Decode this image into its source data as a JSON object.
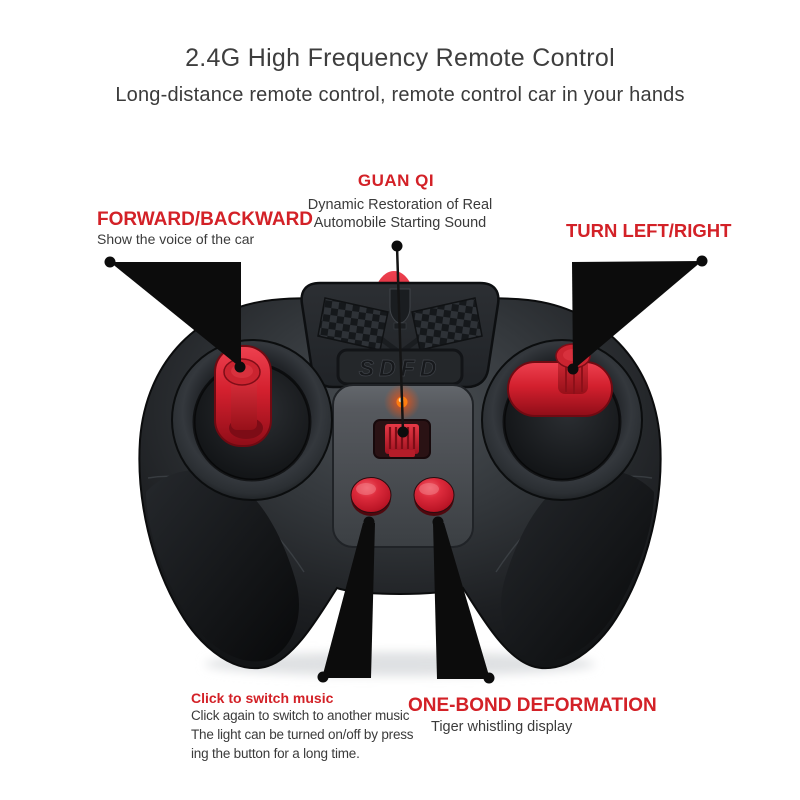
{
  "header": {
    "title": "2.4G High Frequency Remote Control",
    "subtitle": "Long-distance remote control, remote control car in your hands"
  },
  "annotations": {
    "guan_qi": {
      "label": "GUAN QI",
      "desc_line1": "Dynamic Restoration of Real",
      "desc_line2": "Automobile Starting Sound"
    },
    "forward_backward": {
      "label": "FORWARD/BACKWARD",
      "desc": "Show the voice of the car"
    },
    "turn_left_right": {
      "label": "TURN LEFT/RIGHT"
    },
    "switch_music": {
      "label": "Click to switch music",
      "desc_line1": "Click again to switch to another music",
      "desc_line2": "The light can be turned on/off by press",
      "desc_line3": "ing the button for a long time."
    },
    "one_bond_deformation": {
      "label": "ONE-BOND DEFORMATION",
      "desc": "Tiger whistling display"
    }
  },
  "controller": {
    "logo_text": "SDFD"
  },
  "colors": {
    "accent_red": "#d32127",
    "text_dark": "#3b3b3b",
    "background": "#ffffff",
    "controller_black": "#1b1e20",
    "part_red": "#d3202e",
    "led_orange": "#ff7d10",
    "callout_black": "#0c0c0c"
  }
}
